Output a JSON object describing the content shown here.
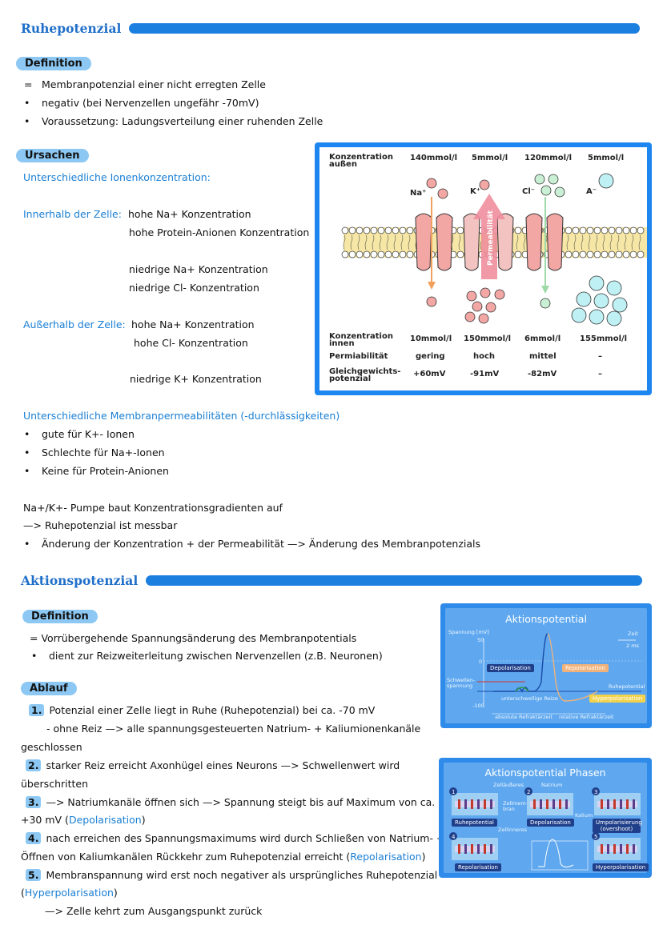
{
  "ruhe": {
    "title": "Ruhepotenzial",
    "definition_label": "Definition",
    "def_lines": [
      "Membranpotenzial einer nicht erregten Zelle",
      "negativ (bei Nervenzellen ungefähr -70mV)",
      "Voraussetzung: Ladungsverteilung einer ruhenden Zelle"
    ],
    "def_eq": "=",
    "ursachen_label": "Ursachen",
    "ionen_heading": "Unterschiedliche Ionenkonzentration:",
    "innerhalb_label": "Innerhalb der Zelle:",
    "innerhalb_lines": [
      "hohe Na+ Konzentration",
      "hohe Protein-Anionen Konzentration",
      "niedrige Na+ Konzentration",
      "niedrige Cl- Konzentration"
    ],
    "ausserhalb_label": "Außerhalb der Zelle:",
    "ausserhalb_lines": [
      "hohe Na+ Konzentration",
      "hohe Cl- Konzentration",
      "niedrige K+ Konzentration"
    ],
    "perm_heading": "Unterschiedliche Membranpermeabilitäten (-durchlässigkeiten)",
    "perm_lines": [
      "gute für K+- Ionen",
      "Schlechte für Na+-Ionen",
      "Keine für Protein-Anionen"
    ],
    "pump_line": "Na+/K+- Pumpe baut Konzentrationsgradienten auf",
    "messbar_line": "—> Ruhepotenzial ist messbar",
    "aenderung_line": "Änderung der Konzentration + der Permeabilität —> Änderung des Membranpotenzials"
  },
  "membrane_diagram": {
    "konz_aussen": "Konzentration außen",
    "aussen_values": [
      "140mmol/l",
      "5mmol/l",
      "120mmol/l",
      "5mmol/l"
    ],
    "ions": [
      "Na⁺",
      "K⁺",
      "Cl⁻",
      "A⁻"
    ],
    "permeabilitaet_arrow": "Permeabilität",
    "konz_innen": "Konzentration innen",
    "innen_values": [
      "10mmol/l",
      "150mmol/l",
      "6mmol/l",
      "155mmol/l"
    ],
    "perm_row_label": "Permiabilität",
    "perm_values": [
      "gering",
      "hoch",
      "mittel",
      "–"
    ],
    "gg_label": "Gleichgewichts-potenzial",
    "gg_values": [
      "+60mV",
      "-91mV",
      "-82mV",
      "–"
    ],
    "colors": {
      "na": "#f2a7a4",
      "k": "#f2a7a4",
      "cl": "#c9f0d4",
      "a": "#bff0f3",
      "frame": "#1e86f0"
    }
  },
  "aktion": {
    "title": "Aktionspotenzial",
    "definition_label": "Definition",
    "def_eq_line": "= Vorrübergehende Spannungsänderung des Membranpotentials",
    "def_bullet": "dient zur Reizweiterleitung zwischen Nervenzellen (z.B. Neuronen)",
    "ablauf_label": "Ablauf",
    "steps": [
      {
        "num": "1.",
        "text": "Potenzial einer Zelle liegt in Ruhe (Ruhepotenzial) bei ca. -70 mV"
      },
      {
        "num": "",
        "text": "- ohne Reiz —> alle spannungsgesteuerten Natrium- + Kaliumionenkanäle"
      },
      {
        "num": "",
        "text": "geschlossen"
      },
      {
        "num": "2.",
        "text": "starker Reiz erreicht Axonhügel eines Neurons —> Schwellenwert wird"
      },
      {
        "num": "",
        "text": "überschritten"
      },
      {
        "num": "3.",
        "text": "—> Natriumkanäle öffnen sich —> Spannung steigt bis auf Maximum von ca."
      },
      {
        "num": "",
        "text": "+30 mV (",
        "link": "Depolarisation",
        "after": ")"
      },
      {
        "num": "4.",
        "text": "nach erreichen des Spannungsmaximums wird durch Schließen von Natrium- +"
      },
      {
        "num": "",
        "text": "Öffnen von Kaliumkanälen Rückkehr zum Ruhepotenzial erreicht (",
        "link": "Repolarisation",
        "after": ")"
      },
      {
        "num": "5.",
        "text": "Membranspannung wird erst noch negativer als ursprüngliches Ruhepotenzial"
      },
      {
        "num": "",
        "text": "(",
        "link": "Hyperpolarisation",
        "after": ")"
      },
      {
        "num": "",
        "text": "—> Zelle kehrt zum Ausgangspunkt zurück"
      }
    ]
  },
  "ap_chart": {
    "title": "Aktionspotential",
    "ylabel": "Spannung [mV]",
    "y50": "50",
    "y0": "0",
    "y100": "-100",
    "zeit": "Zeit",
    "zeit_scale": "2 ms",
    "depol": "Depolarisation",
    "repol": "Repolarisation",
    "schwelle": "Schwellen-spannung",
    "ruhe": "Ruhepotential",
    "unterschwellig": "unterschwellige Reize",
    "hyper": "Hyperpolarisation",
    "abs_refr": "absolute Refraktärzeit",
    "rel_refr": "relative Refraktärzeit"
  },
  "ap_phases": {
    "title": "Aktionspotential Phasen",
    "zellaeusseres": "Zelläußeres",
    "natrium": "Natrium",
    "zellmembran": "Zellmem-bran",
    "zellinneres": "Zellinneres",
    "kalium": "Kalium",
    "phases": [
      "Ruhepotential",
      "Depolarisation",
      "Umpolarisierung (overshoot)",
      "Repolarisation",
      "Hyperpolarisation"
    ],
    "numbers": [
      "1",
      "2",
      "3",
      "4",
      "5"
    ]
  }
}
